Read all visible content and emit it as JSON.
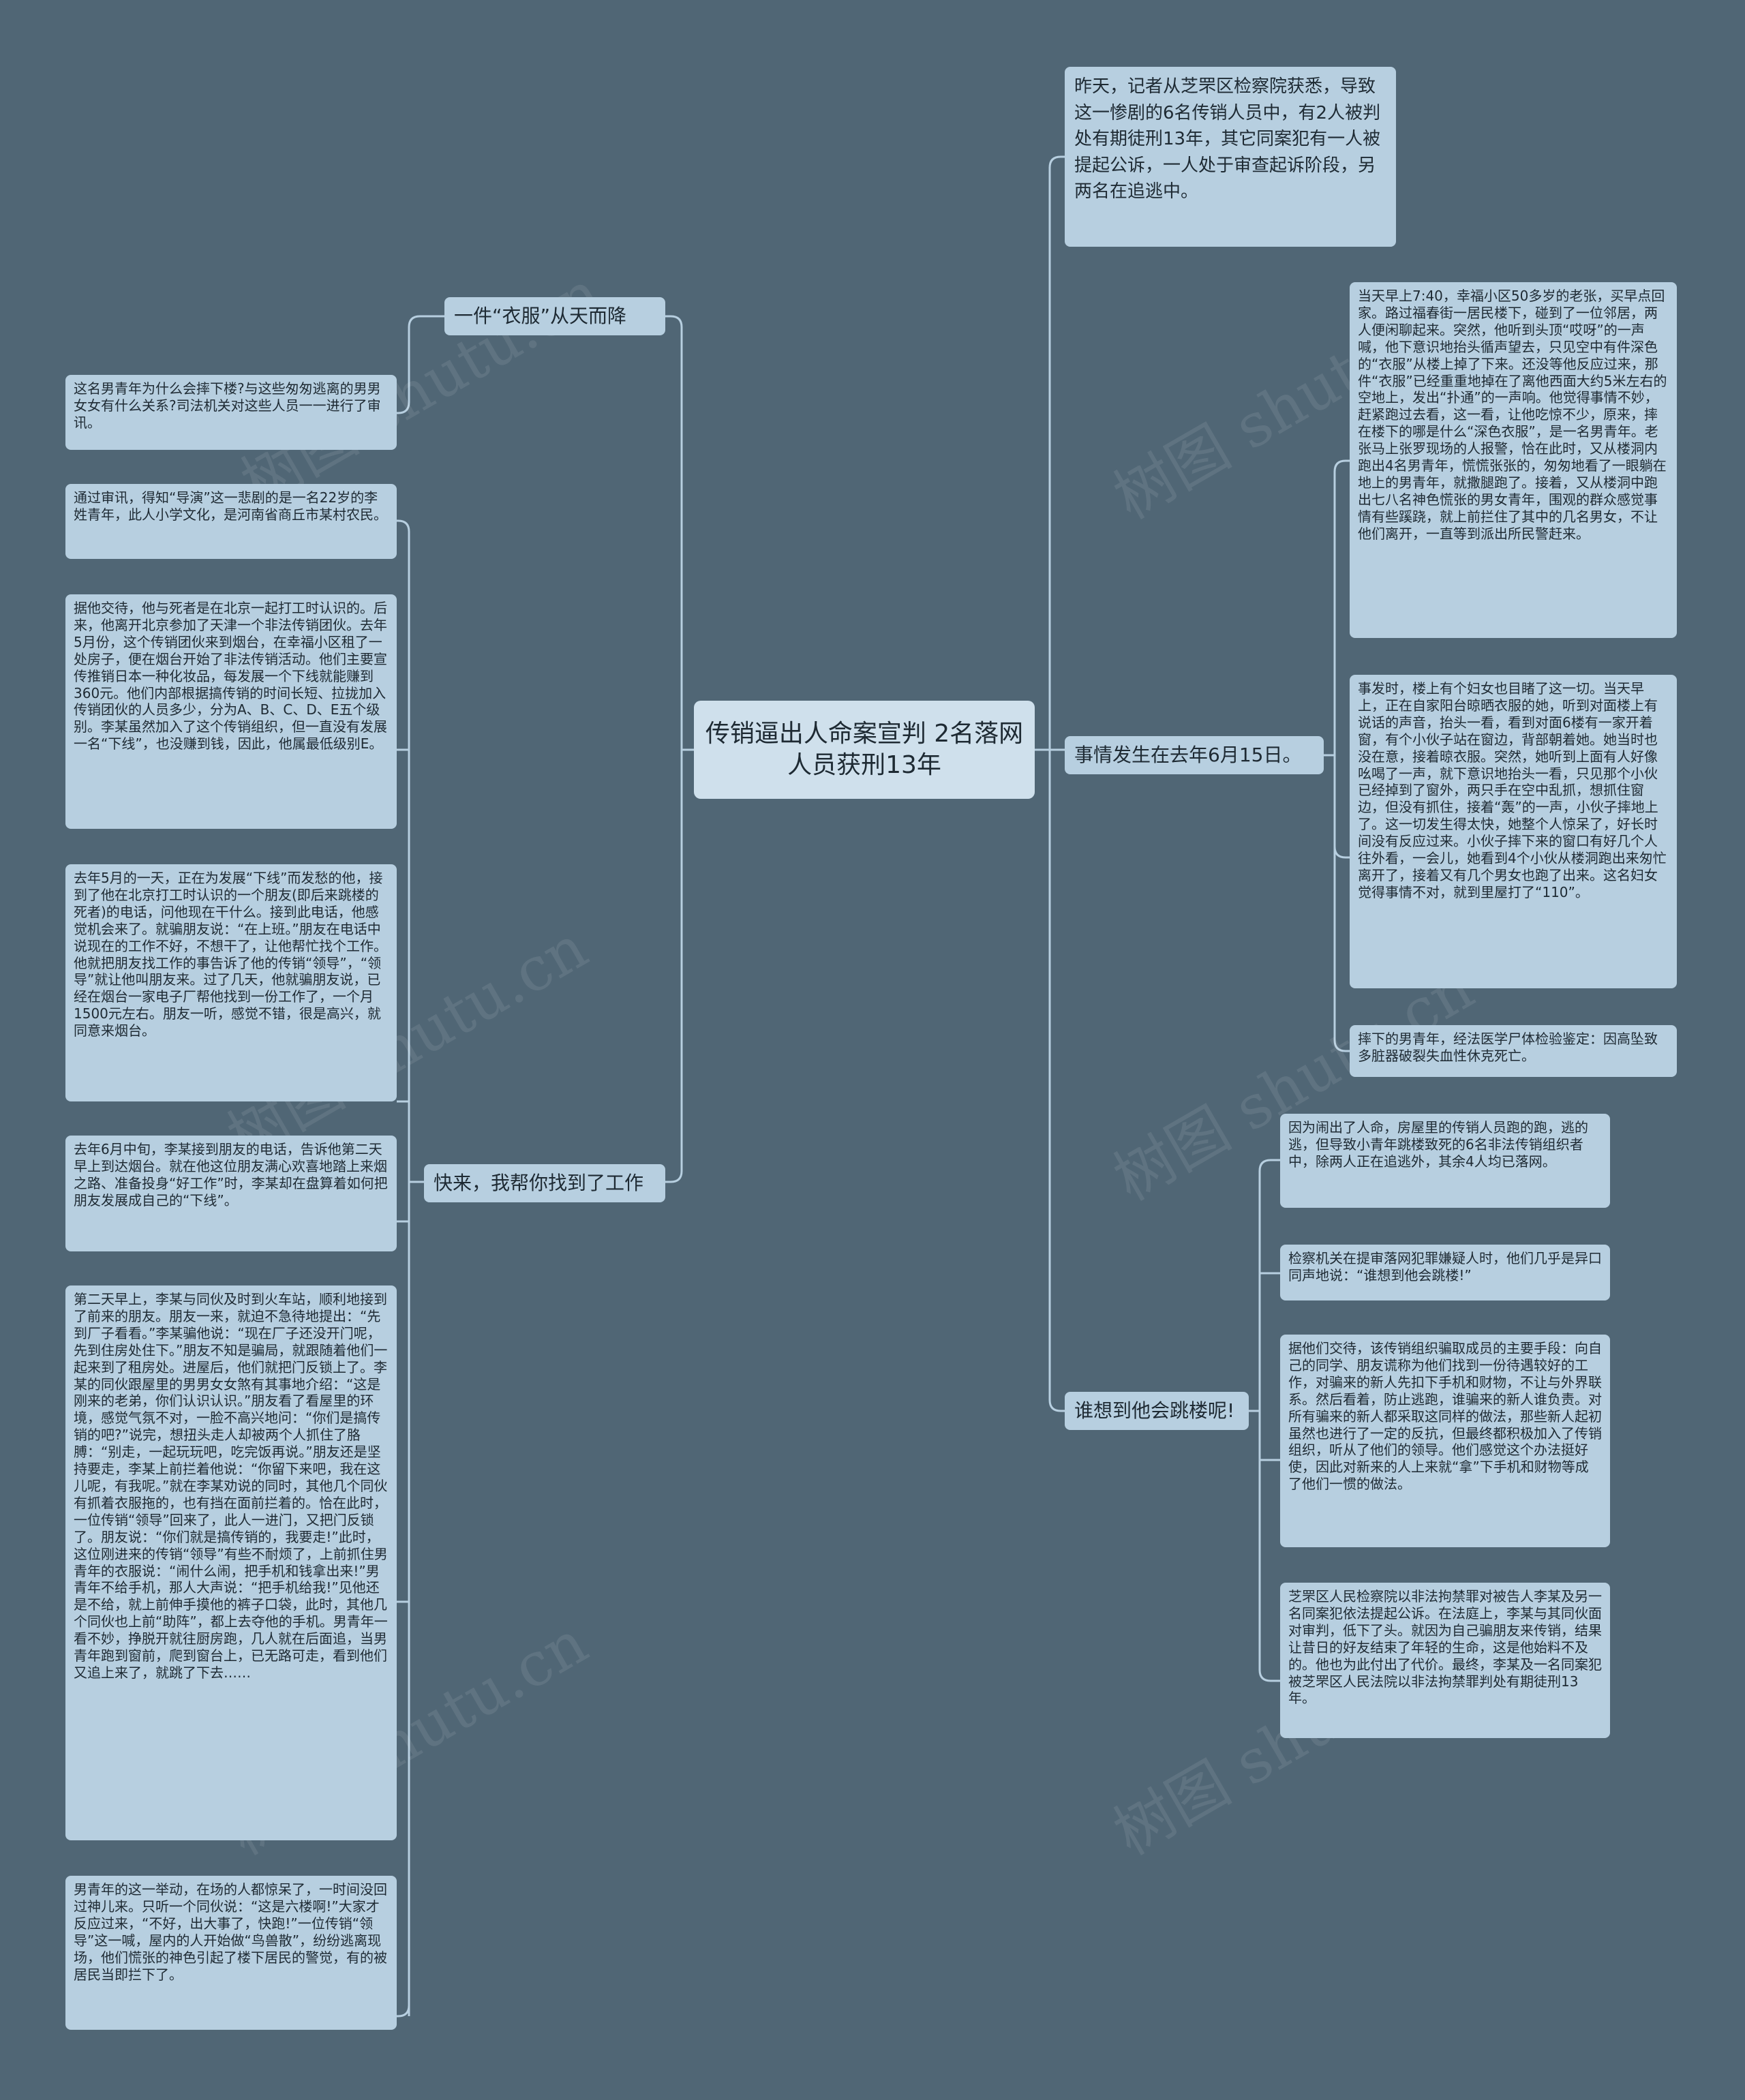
{
  "root": {
    "title": "传销逼出人命案宣判 2名落网人员获刑13年"
  },
  "left_branches": [
    {
      "label": "一件“衣服”从天而降"
    },
    {
      "label": "快来，我帮你找到了工作"
    }
  ],
  "left_leaves": [
    "这名男青年为什么会摔下楼?与这些匆匆逃离的男男女女有什么关系?司法机关对这些人员一一进行了审讯。",
    "通过审讯，得知“导演”这一悲剧的是一名22岁的李姓青年，此人小学文化，是河南省商丘市某村农民。",
    "据他交待，他与死者是在北京一起打工时认识的。后来，他离开北京参加了天津一个非法传销团伙。去年5月份，这个传销团伙来到烟台，在幸福小区租了一处房子，便在烟台开始了非法传销活动。他们主要宣传推销日本一种化妆品，每发展一个下线就能赚到360元。他们内部根据搞传销的时间长短、拉拢加入传销团伙的人员多少，分为A、B、C、D、E五个级别。李某虽然加入了这个传销组织，但一直没有发展一名“下线”，也没赚到钱，因此，他属最低级别E。",
    "去年5月的一天，正在为发展“下线”而发愁的他，接到了他在北京打工时认识的一个朋友(即后来跳楼的死者)的电话，问他现在干什么。接到此电话，他感觉机会来了。就骗朋友说：“在上班。”朋友在电话中说现在的工作不好，不想干了，让他帮忙找个工作。他就把朋友找工作的事告诉了他的传销“领导”，“领导”就让他叫朋友来。过了几天，他就骗朋友说，已经在烟台一家电子厂帮他找到一份工作了，一个月1500元左右。朋友一听，感觉不错，很是高兴，就同意来烟台。",
    "去年6月中旬，李某接到朋友的电话，告诉他第二天早上到达烟台。就在他这位朋友满心欢喜地踏上来烟之路、准备投身“好工作”时，李某却在盘算着如何把朋友发展成自己的“下线”。",
    "第二天早上，李某与同伙及时到火车站，顺利地接到了前来的朋友。朋友一来，就迫不急待地提出：“先到厂子看看。”李某骗他说：“现在厂子还没开门呢，先到住房处住下。”朋友不知是骗局，就跟随着他们一起来到了租房处。进屋后，他们就把门反锁上了。李某的同伙跟屋里的男男女女煞有其事地介绍：“这是刚来的老弟，你们认识认识。”朋友看了看屋里的环境，感觉气氛不对，一脸不高兴地问：“你们是搞传销的吧?”说完，想扭头走人却被两个人抓住了胳膊：“别走，一起玩玩吧，吃完饭再说。”朋友还是坚持要走，李某上前拦着他说：“你留下来吧，我在这儿呢，有我呢。”就在李某劝说的同时，其他几个同伙有抓着衣服拖的，也有挡在面前拦着的。恰在此时，一位传销“领导”回来了，此人一进门，又把门反锁了。朋友说：“你们就是搞传销的，我要走!”此时，这位刚进来的传销“领导”有些不耐烦了，上前抓住男青年的衣服说：“闹什么闹，把手机和钱拿出来!”男青年不给手机，那人大声说：“把手机给我!”见他还是不给，就上前伸手摸他的裤子口袋，此时，其他几个同伙也上前“助阵”，都上去夺他的手机。男青年一看不妙，挣脱开就往厨房跑，几人就在后面追，当男青年跑到窗前，爬到窗台上，已无路可走，看到他们又追上来了，就跳了下去……",
    "男青年的这一举动，在场的人都惊呆了，一时间没回过神儿来。只听一个同伙说：“这是六楼啊!”大家才反应过来，“不好，出大事了，快跑!”一位传销“领导”这一喊，屋内的人开始做“鸟兽散”，纷纷逃离现场，他们慌张的神色引起了楼下居民的警觉，有的被居民当即拦下了。"
  ],
  "right_top": "昨天，记者从芝罘区检察院获悉，导致这一惨剧的6名传销人员中，有2人被判处有期徒刑13年，其它同案犯有一人被提起公诉，一人处于审查起诉阶段，另两名在追逃中。",
  "right_branches": [
    {
      "label": "事情发生在去年6月15日。"
    },
    {
      "label": "谁想到他会跳楼呢!"
    }
  ],
  "right_leaves_a": [
    "当天早上7:40，幸福小区50多岁的老张，买早点回家。路过福春街一居民楼下，碰到了一位邻居，两人便闲聊起来。突然，他听到头顶“哎呀”的一声喊，他下意识地抬头循声望去，只见空中有件深色的“衣服”从楼上掉了下来。还没等他反应过来，那件“衣服”已经重重地掉在了离他西面大约5米左右的空地上，发出“扑通”的一声响。他觉得事情不妙，赶紧跑过去看，这一看，让他吃惊不少，原来，摔在楼下的哪是什么“深色衣服”，是一名男青年。老张马上张罗现场的人报警，恰在此时，又从楼洞内跑出4名男青年，慌慌张张的，匆匆地看了一眼躺在地上的男青年，就撒腿跑了。接着，又从楼洞中跑出七八名神色慌张的男女青年，围观的群众感觉事情有些蹊跷，就上前拦住了其中的几名男女，不让他们离开，一直等到派出所民警赶来。",
    "事发时，楼上有个妇女也目睹了这一切。当天早上，正在自家阳台晾晒衣服的她，听到对面楼上有说话的声音，抬头一看，看到对面6楼有一家开着窗，有个小伙子站在窗边，背部朝着她。她当时也没在意，接着晾衣服。突然，她听到上面有人好像吆喝了一声，就下意识地抬头一看，只见那个小伙已经掉到了窗外，两只手在空中乱抓，想抓住窗边，但没有抓住，接着“轰”的一声，小伙子摔地上了。这一切发生得太快，她整个人惊呆了，好长时间没有反应过来。小伙子摔下来的窗口有好几个人往外看，一会儿，她看到4个小伙从楼洞跑出来匆忙离开了，接着又有几个男女也跑了出来。这名妇女觉得事情不对，就到里屋打了“110”。",
    "摔下的男青年，经法医学尸体检验鉴定：因高坠致多脏器破裂失血性休克死亡。"
  ],
  "right_leaves_b": [
    "因为闹出了人命，房屋里的传销人员跑的跑，逃的逃，但导致小青年跳楼致死的6名非法传销组织者中，除两人正在追逃外，其余4人均已落网。",
    "检察机关在提审落网犯罪嫌疑人时，他们几乎是异口同声地说：“谁想到他会跳楼!”",
    "据他们交待，该传销组织骗取成员的主要手段：向自己的同学、朋友谎称为他们找到一份待遇较好的工作，对骗来的新人先扣下手机和财物，不让与外界联系。然后看着，防止逃跑，谁骗来的新人谁负责。对所有骗来的新人都采取这同样的做法，那些新人起初虽然也进行了一定的反抗，但最终都积极加入了传销组织，听从了他们的领导。他们感觉这个办法挺好使，因此对新来的人上来就“拿”下手机和财物等成了他们一惯的做法。",
    "芝罘区人民检察院以非法拘禁罪对被告人李某及另一名同案犯依法提起公诉。在法庭上，李某与其同伙面对审判，低下了头。就因为自己骗朋友来传销，结果让昔日的好友结束了年轻的生命，这是他始料不及的。他也为此付出了代价。最终，李某及一名同案犯被芝罘区人民法院以非法拘禁罪判处有期徒刑13年。"
  ],
  "watermark": "树图 shutu.cn"
}
